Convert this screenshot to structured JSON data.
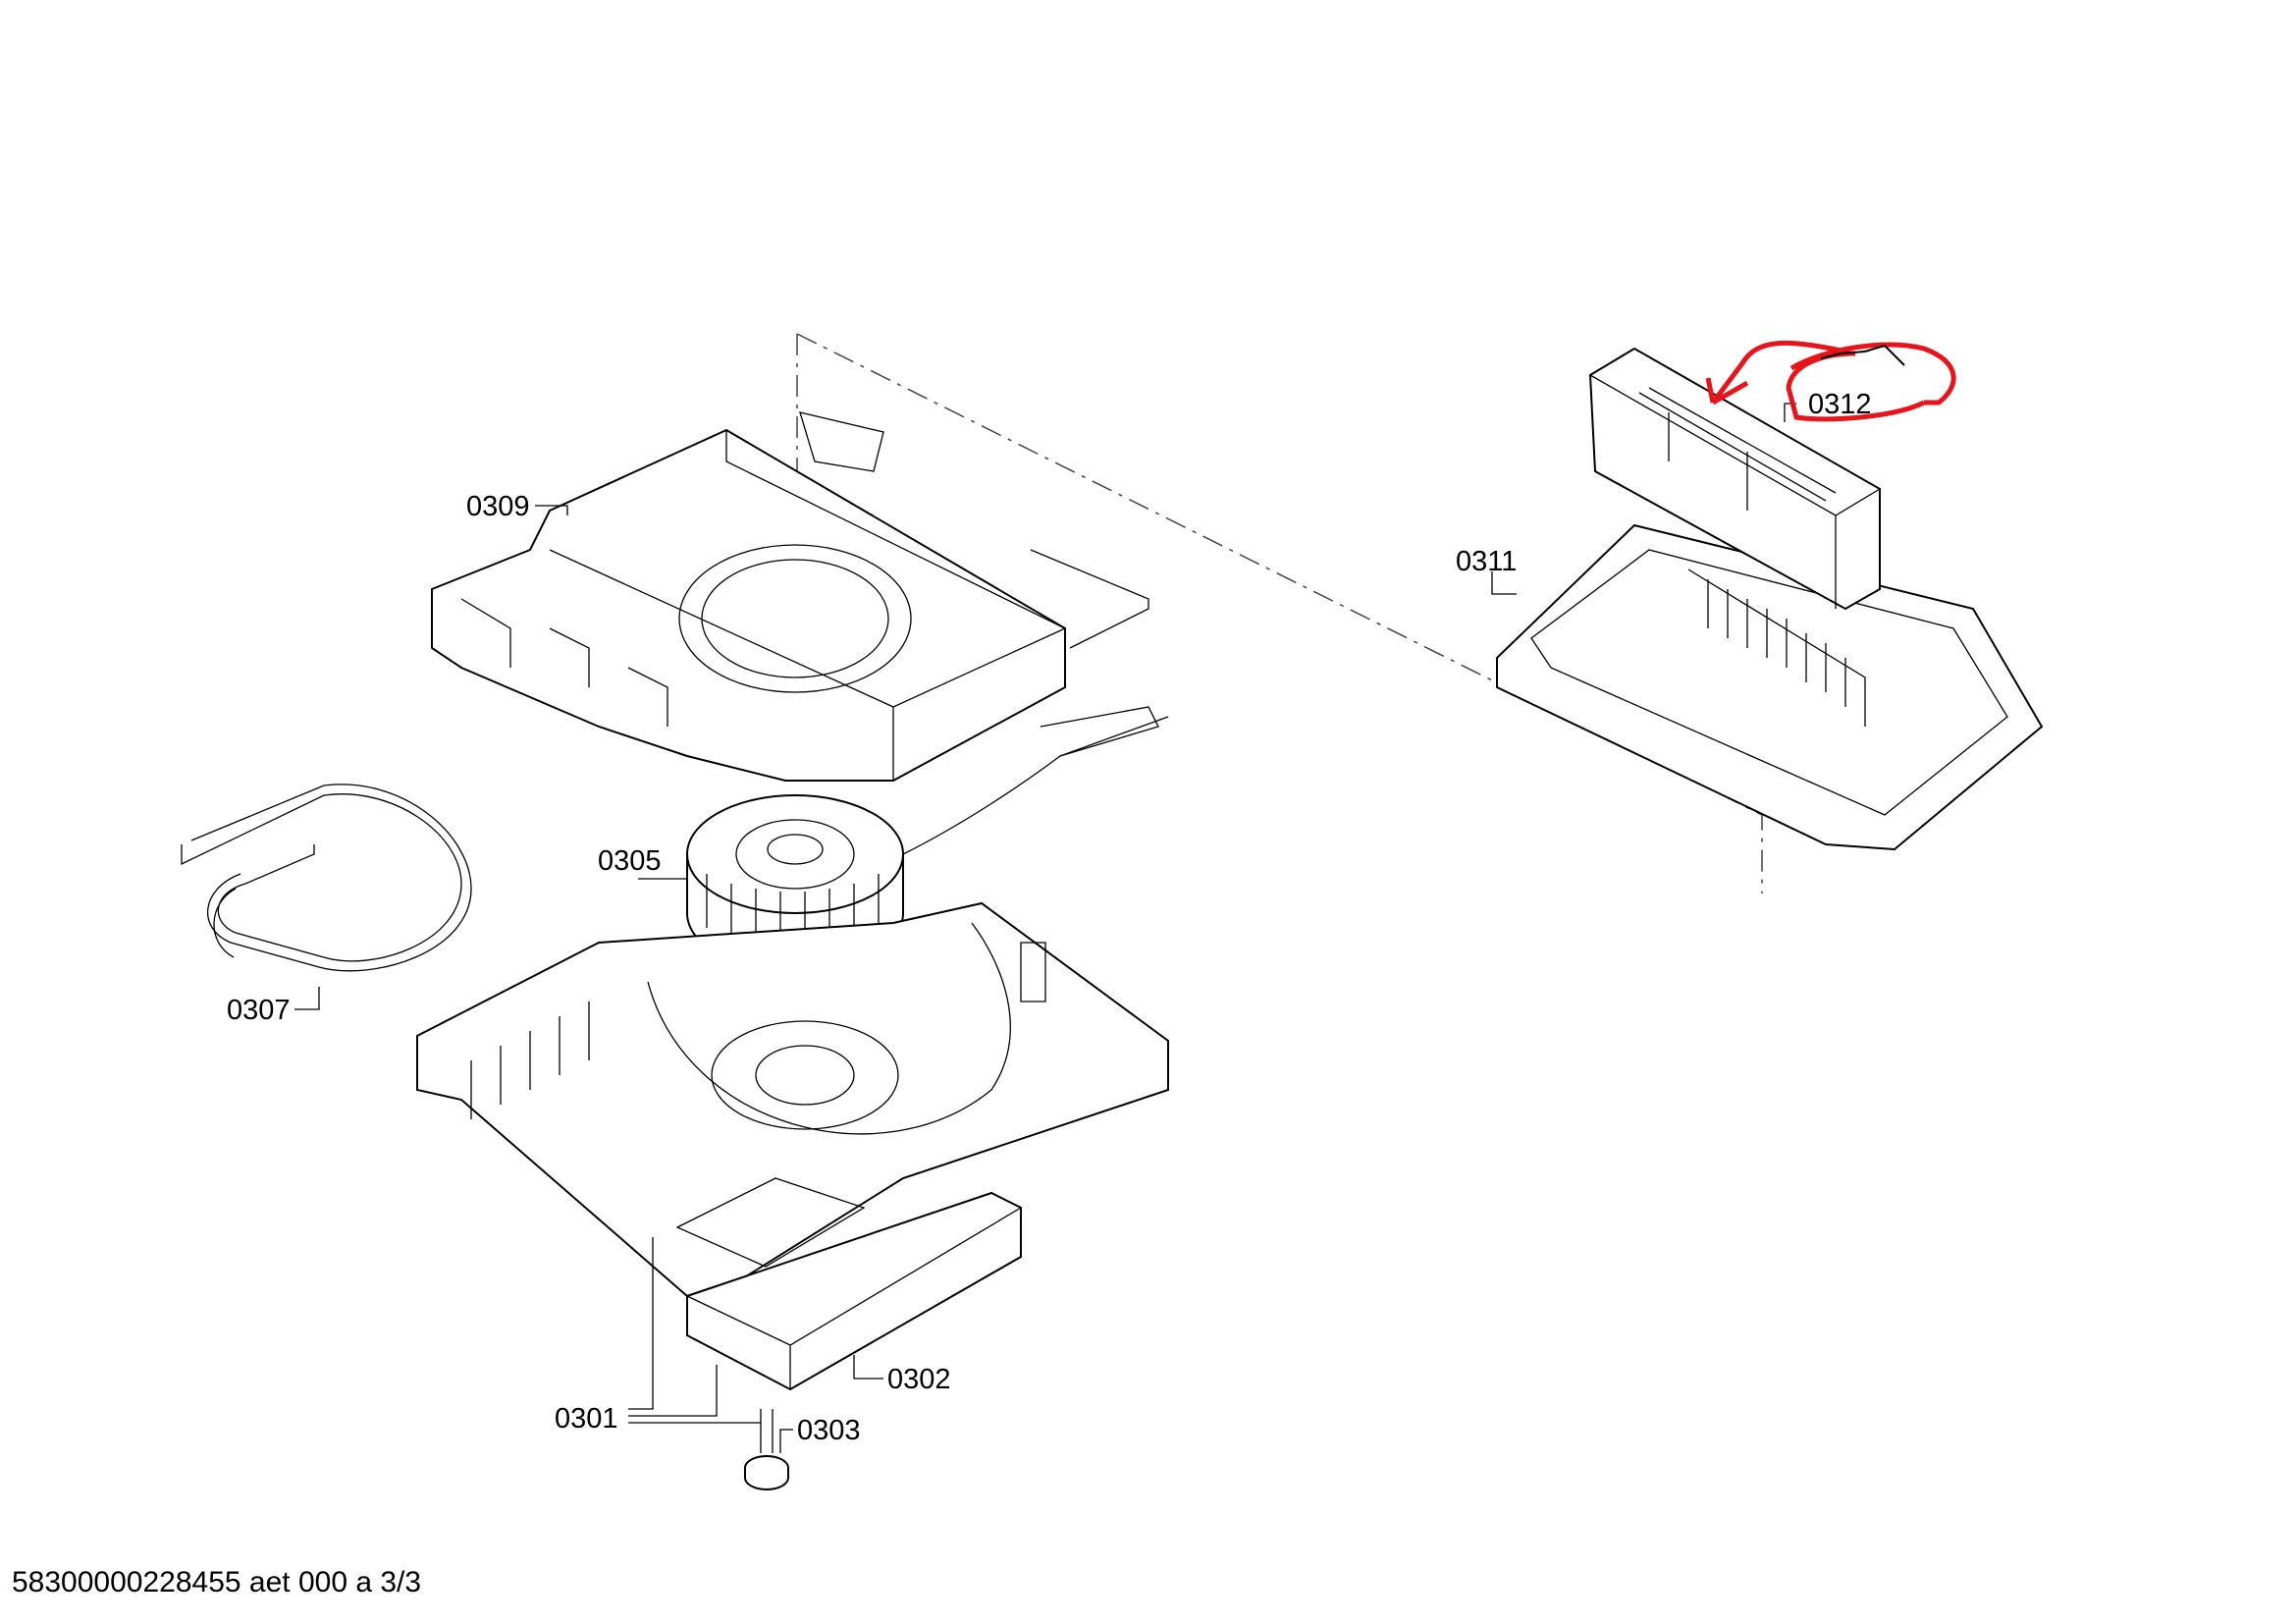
{
  "diagram": {
    "labels": {
      "p0301": "0301",
      "p0302": "0302",
      "p0303": "0303",
      "p0305": "0305",
      "p0307": "0307",
      "p0309": "0309",
      "p0311": "0311",
      "p0312": "0312"
    },
    "annotation_color": "#e8141c"
  },
  "footer": {
    "document_id": "58300000228455 aet 000 a 3/3"
  }
}
